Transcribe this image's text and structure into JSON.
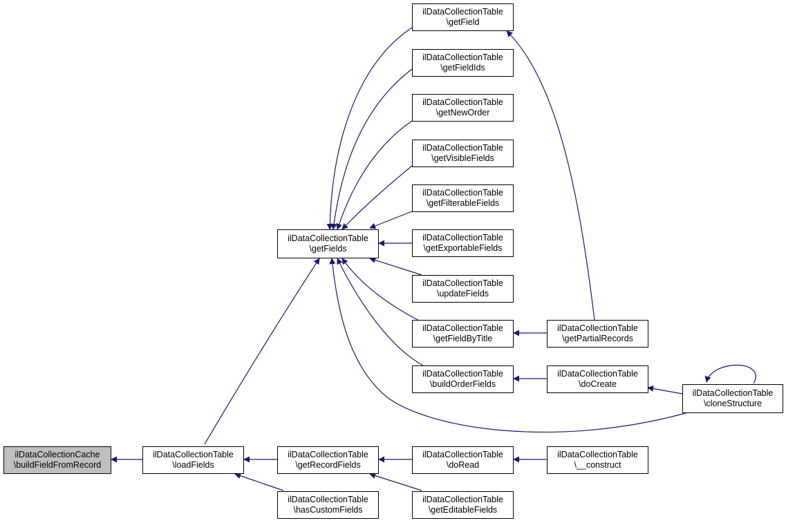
{
  "colors": {
    "edge": "#191970",
    "node_border": "#000000",
    "root_fill": "#bfbfbf",
    "node_fill": "#ffffff"
  },
  "nodes": {
    "buildFieldFromRecord": {
      "l1": "ilDataCollectionCache",
      "l2": "\\buildFieldFromRecord"
    },
    "loadFields": {
      "l1": "ilDataCollectionTable",
      "l2": "\\loadFields"
    },
    "getFields": {
      "l1": "ilDataCollectionTable",
      "l2": "\\getFields"
    },
    "getRecordFields": {
      "l1": "ilDataCollectionTable",
      "l2": "\\getRecordFields"
    },
    "hasCustomFields": {
      "l1": "ilDataCollectionTable",
      "l2": "\\hasCustomFields"
    },
    "getField": {
      "l1": "ilDataCollectionTable",
      "l2": "\\getField"
    },
    "getFieldIds": {
      "l1": "ilDataCollectionTable",
      "l2": "\\getFieldIds"
    },
    "getNewOrder": {
      "l1": "ilDataCollectionTable",
      "l2": "\\getNewOrder"
    },
    "getVisibleFields": {
      "l1": "ilDataCollectionTable",
      "l2": "\\getVisibleFields"
    },
    "getFilterableFields": {
      "l1": "ilDataCollectionTable",
      "l2": "\\getFilterableFields"
    },
    "getExportableFields": {
      "l1": "ilDataCollectionTable",
      "l2": "\\getExportableFields"
    },
    "updateFields": {
      "l1": "ilDataCollectionTable",
      "l2": "\\updateFields"
    },
    "getFieldByTitle": {
      "l1": "ilDataCollectionTable",
      "l2": "\\getFieldByTitle"
    },
    "buildOrderFields": {
      "l1": "ilDataCollectionTable",
      "l2": "\\buildOrderFields"
    },
    "doRead": {
      "l1": "ilDataCollectionTable",
      "l2": "\\doRead"
    },
    "getEditableFields": {
      "l1": "ilDataCollectionTable",
      "l2": "\\getEditableFields"
    },
    "getPartialRecords": {
      "l1": "ilDataCollectionTable",
      "l2": "\\getPartialRecords"
    },
    "doCreate": {
      "l1": "ilDataCollectionTable",
      "l2": "\\doCreate"
    },
    "construct": {
      "l1": "ilDataCollectionTable",
      "l2": "\\__construct"
    },
    "cloneStructure": {
      "l1": "ilDataCollectionTable",
      "l2": "\\cloneStructure"
    }
  },
  "edges": [
    {
      "from": "loadFields",
      "to": "buildFieldFromRecord"
    },
    {
      "from": "loadFields",
      "to": "getFields"
    },
    {
      "from": "getRecordFields",
      "to": "loadFields"
    },
    {
      "from": "hasCustomFields",
      "to": "loadFields"
    },
    {
      "from": "getField",
      "to": "getFields"
    },
    {
      "from": "getFieldIds",
      "to": "getFields"
    },
    {
      "from": "getNewOrder",
      "to": "getFields"
    },
    {
      "from": "getVisibleFields",
      "to": "getFields"
    },
    {
      "from": "getFilterableFields",
      "to": "getFields"
    },
    {
      "from": "getExportableFields",
      "to": "getFields"
    },
    {
      "from": "updateFields",
      "to": "getFields"
    },
    {
      "from": "getFieldByTitle",
      "to": "getFields"
    },
    {
      "from": "buildOrderFields",
      "to": "getFields"
    },
    {
      "from": "cloneStructure",
      "to": "getFields"
    },
    {
      "from": "getPartialRecords",
      "to": "getField"
    },
    {
      "from": "getPartialRecords",
      "to": "getFieldByTitle"
    },
    {
      "from": "doCreate",
      "to": "buildOrderFields"
    },
    {
      "from": "cloneStructure",
      "to": "doCreate"
    },
    {
      "from": "cloneStructure",
      "to": "cloneStructure"
    },
    {
      "from": "doRead",
      "to": "getRecordFields"
    },
    {
      "from": "getEditableFields",
      "to": "getRecordFields"
    },
    {
      "from": "construct",
      "to": "doRead"
    }
  ]
}
